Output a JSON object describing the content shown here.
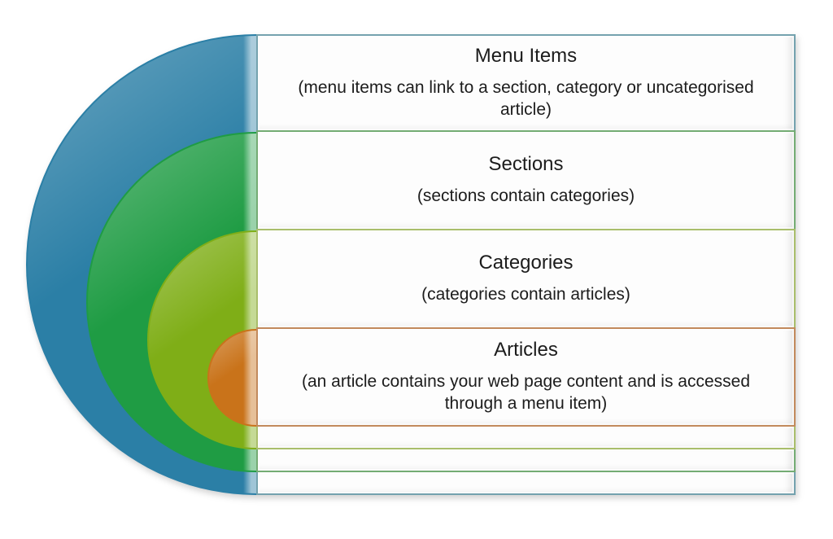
{
  "diagram": {
    "type": "nested-target-list",
    "rows": [
      {
        "id": "menu-items",
        "ring_color": "blue",
        "title": "Menu Items",
        "description": "(menu items can link to a section, category or uncategorised article)"
      },
      {
        "id": "sections",
        "ring_color": "green",
        "title": "Sections",
        "description": "(sections contain categories)"
      },
      {
        "id": "categories",
        "ring_color": "lime",
        "title": "Categories",
        "description": "(categories contain articles)"
      },
      {
        "id": "articles",
        "ring_color": "orange",
        "title": "Articles",
        "description": "(an article contains your web page content and is accessed through a menu item)"
      }
    ],
    "colors": {
      "blue": {
        "base": "#38A9DA",
        "light": "#BCEAF9",
        "dark": "#2B7FA6",
        "line": "#74A2AE"
      },
      "green": {
        "base": "#37CE60",
        "light": "#9BEFB4",
        "dark": "#1F9C44",
        "line": "#74AC74"
      },
      "lime": {
        "base": "#A6DB33",
        "light": "#DCF290",
        "dark": "#7FAE17",
        "line": "#A9BE6B"
      },
      "orange": {
        "base": "#F6951E",
        "light": "#FBCA81",
        "dark": "#C9731A",
        "line": "#C28A5C"
      }
    },
    "text_color": "#1C1C1C",
    "background": "#FFFFFF"
  }
}
